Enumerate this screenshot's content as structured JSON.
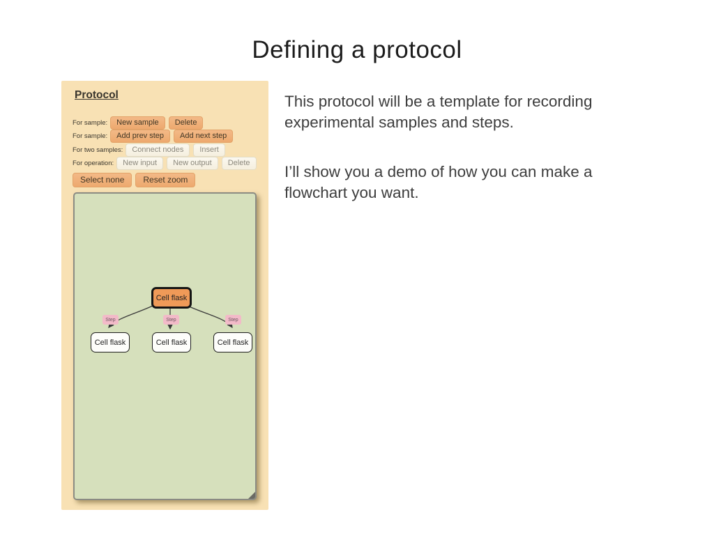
{
  "slide": {
    "title": "Defining a protocol",
    "body": [
      {
        "lines": [
          "This protocol will be a template for recording",
          "experimental samples and steps."
        ]
      },
      {
        "lines": [
          "I’ll show you a demo of how you can make a",
          "flowchart you want."
        ]
      }
    ]
  },
  "protocol_panel": {
    "heading": "Protocol",
    "rows": [
      {
        "label": "For sample:",
        "buttons": [
          {
            "label": "New sample",
            "style": "orange"
          },
          {
            "label": "Delete",
            "style": "orange"
          }
        ]
      },
      {
        "label": "For sample:",
        "buttons": [
          {
            "label": "Add prev step",
            "style": "orange"
          },
          {
            "label": "Add next step",
            "style": "orange"
          }
        ]
      },
      {
        "label": "For two samples:",
        "buttons": [
          {
            "label": "Connect nodes",
            "style": "light"
          },
          {
            "label": "Insert",
            "style": "light"
          }
        ]
      },
      {
        "label": "For operation:",
        "buttons": [
          {
            "label": "New input",
            "style": "light"
          },
          {
            "label": "New output",
            "style": "light"
          },
          {
            "label": "Delete",
            "style": "light"
          }
        ]
      }
    ],
    "footer_buttons": [
      {
        "label": "Select none",
        "style": "orange"
      },
      {
        "label": "Reset zoom",
        "style": "orange"
      }
    ]
  },
  "flowchart": {
    "root_node": {
      "label": "Cell flask",
      "selected": true
    },
    "edges": [
      {
        "label": "Step"
      },
      {
        "label": "Step"
      },
      {
        "label": "Step"
      }
    ],
    "child_nodes": [
      {
        "label": "Cell flask"
      },
      {
        "label": "Cell flask"
      },
      {
        "label": "Cell flask"
      }
    ]
  },
  "colors": {
    "panel_bg": "#f8e1b4",
    "orange_button": "#f0b078",
    "light_button": "#f8f4e8",
    "canvas_bg": "#d6e0bc",
    "selected_node": "#ef9a58",
    "child_node": "#fdfdfa",
    "step_label_bg": "#f2bac8",
    "edge_stroke": "#3a3a3a"
  }
}
